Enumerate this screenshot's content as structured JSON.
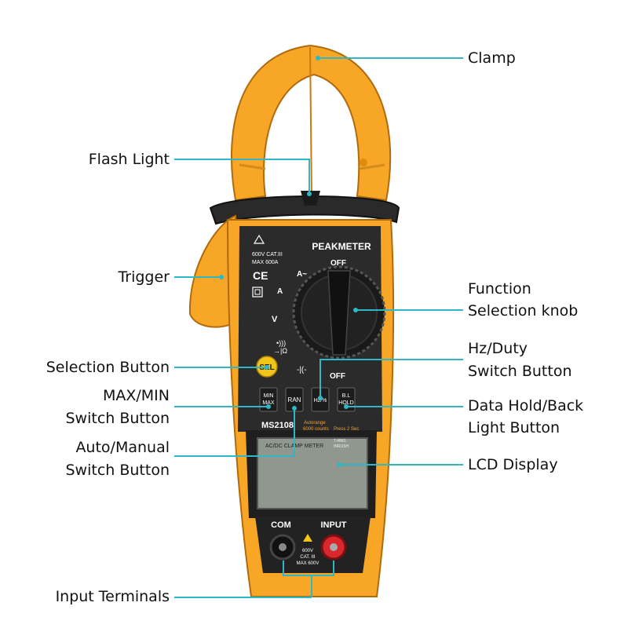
{
  "device": {
    "brand": "PEAKMETER",
    "model": "MS2108",
    "subtitle": "AC/DC CLAMP METER",
    "rating_top_1": "600V CAT.III",
    "rating_top_2": "MAX 600A",
    "knob_top_label": "OFF",
    "knob_bottom_label": "OFF",
    "range_a_ac": "A~",
    "range_a_dc": "A",
    "range_v": "V",
    "autorange_1": "Autorange",
    "autorange_2": "6000 counts",
    "press_note": "Press 2 Sec",
    "true_rms": "T-RMS",
    "inrush": "INRUSH",
    "buttons": {
      "sel": "SEL",
      "minmax_1": "MIN",
      "minmax_2": "MAX",
      "ran": "RAN",
      "hz": "Hz/%",
      "bl_1": "B.L",
      "bl_2": "HOLD"
    },
    "terminals": {
      "com": "COM",
      "input": "INPUT",
      "rating_1": "600V",
      "rating_2": "CAT. III",
      "rating_3": "MAX 600V"
    }
  },
  "callouts": {
    "clamp": "Clamp",
    "flash_light": "Flash Light",
    "trigger": "Trigger",
    "selection_button": "Selection Button",
    "maxmin_1": "MAX/MIN",
    "maxmin_2": "Switch Button",
    "auto_manual_1": "Auto/Manual",
    "auto_manual_2": "Switch Button",
    "input_terminals": "Input Terminals",
    "function_1": "Function",
    "function_2": "Selection knob",
    "hz_duty_1": "Hz/Duty",
    "hz_duty_2": "Switch Button",
    "data_hold_1": "Data Hold/Back",
    "data_hold_2": "Light Button",
    "lcd_display": "LCD Display"
  },
  "colors": {
    "accent_line": "#2fb7c6",
    "body_orange": "#f7a626",
    "face_dark": "#2b2b2b",
    "lcd": "#9aa39a",
    "sel_button": "#f2c619",
    "input_red": "#d9272d"
  }
}
